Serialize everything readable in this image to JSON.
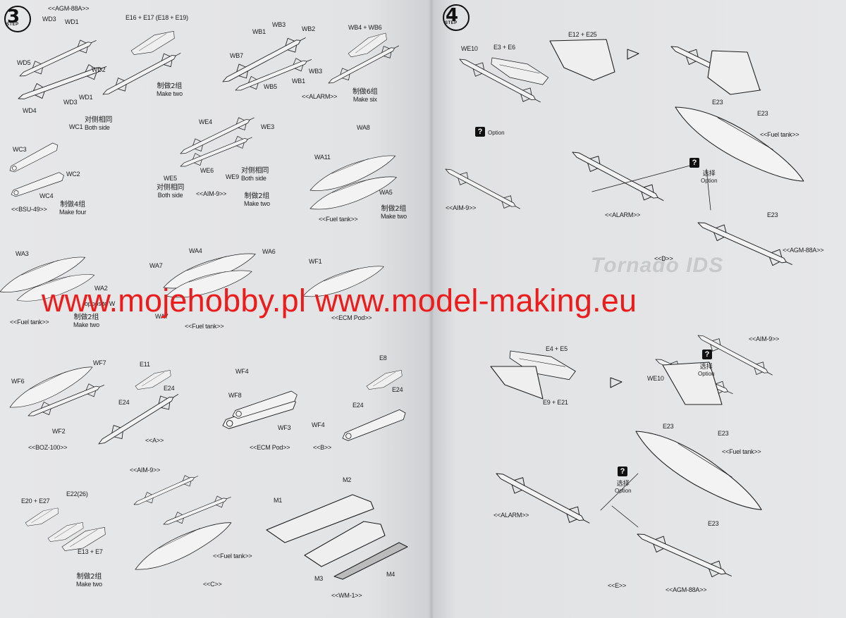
{
  "steps": {
    "left": "3",
    "right": "4",
    "word": "STEP"
  },
  "watermark": {
    "text": "www.mojehobby.pl www.model-making.eu",
    "color": "#ee1b1b"
  },
  "ghost_text": "Tornado IDS",
  "step3": {
    "agm88a": {
      "title": "<<AGM-88A>>",
      "parts": [
        "WD3",
        "WD1",
        "WD5",
        "WD2",
        "WD1",
        "WD4",
        "WD3"
      ]
    },
    "e16": {
      "title": "E16 + E17 (E18 + E19)",
      "zh": "制做2组",
      "en": "Make two"
    },
    "alarm": {
      "parts": [
        "WB3",
        "WB1",
        "WB2",
        "WB7",
        "WB3",
        "WB5",
        "WB1"
      ],
      "title": "<<ALARM>>"
    },
    "wb4": {
      "title": "WB4 + WB6",
      "zh": "制做6组",
      "en": "Make six"
    },
    "bsu49": {
      "parts": [
        "WC1",
        "WC3",
        "WC2",
        "WC4"
      ],
      "side_zh": "对侧相同",
      "side_en": "Both side",
      "title": "<<BSU-49>>",
      "zh": "制做4组",
      "en": "Make four"
    },
    "aim9": {
      "parts": [
        "WE4",
        "WE3",
        "WE6",
        "WE5",
        "WE9"
      ],
      "side_zh": "对侧相同",
      "side_en": "Both side",
      "side2_zh": "对侧相同",
      "side2_en": "Both side",
      "title": "<<AIM-9>>",
      "zh": "制做2组",
      "en": "Make two"
    },
    "fueltank_wa": {
      "parts": [
        "WA8",
        "WA11",
        "WA5"
      ],
      "title": "<<Fuel tank>>",
      "zh": "制做2组",
      "en": "Make two"
    },
    "row3": {
      "parts": [
        "WA3",
        "WA2",
        "WA4",
        "WA6",
        "WA7",
        "WA7",
        "WF1"
      ],
      "title1": "<<Fuel tank>>",
      "zh": "制做2组",
      "en": "Make two",
      "title2": "<<Fuel tank>>",
      "title3": "<<ECM Pod>>",
      "frag": "opposite W"
    },
    "boz100": {
      "parts": [
        "WF7",
        "WF6",
        "WF2"
      ],
      "title": "<<BOZ-100>>"
    },
    "a": {
      "parts": [
        "E11",
        "E24",
        "E24"
      ],
      "title": "<<A>>"
    },
    "ecm": {
      "parts": [
        "WF4",
        "WF8",
        "WF3",
        "WF4"
      ],
      "title": "<<ECM Pod>>"
    },
    "b": {
      "parts": [
        "E8",
        "E24",
        "E24"
      ],
      "title": "<<B>>"
    },
    "e20": {
      "parts": [
        "E20 + E27",
        "E22(26)",
        "E13 + E7"
      ],
      "zh": "制做2组",
      "en": "Make two"
    },
    "c": {
      "sub1": "<<AIM-9>>",
      "sub2": "<<Fuel tank>>",
      "title": "<<C>>"
    },
    "wm1": {
      "parts": [
        "M1",
        "M2",
        "M3",
        "M4"
      ],
      "title": "<<WM-1>>"
    }
  },
  "step4": {
    "top": {
      "parts": [
        "WE10",
        "E3 + E6",
        "E12 + E25",
        "E23",
        "E23",
        "E23"
      ],
      "fuel": "<<Fuel tank>>",
      "alarm": "<<ALARM>>",
      "aim9": "<<AIM-9>>",
      "agm": "<<AGM-88A>>",
      "title": "<<D>>"
    },
    "bottom": {
      "parts": [
        "E4 + E5",
        "E9 + E21",
        "WE10",
        "E23",
        "E23",
        "E23"
      ],
      "aim9": "<<AIM-9>>",
      "fuel": "<<Fuel tank>>",
      "alarm": "<<ALARM>>",
      "agm": "<<AGM-88A>>",
      "title": "<<E>>"
    },
    "option": {
      "icon": "?",
      "zh": "选择",
      "en": "Option"
    }
  }
}
